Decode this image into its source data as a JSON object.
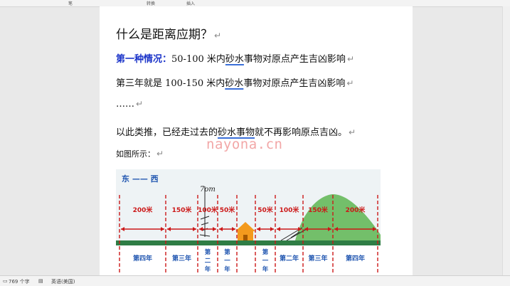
{
  "ribbon": {
    "item1": "笔",
    "item2": "转换",
    "item3": "插入"
  },
  "doc": {
    "heading": "什么是距离应期？",
    "p1_label": "第一种情况：",
    "p1_a": "50-100 米内",
    "p1_b": "砂水",
    "p1_c": "事物对原点产生吉凶影响",
    "p2_a": "第三年就是 100-150 米内",
    "p2_b": "砂水",
    "p2_c": "事物对原点产生吉凶影响",
    "p3": "……",
    "p4_a": "以此类推，已经走过去的",
    "p4_b": "砂水事物",
    "p4_c": "就不再影响原点吉凶。",
    "p5": "如图所示：",
    "para_mark": "↵"
  },
  "watermark": "nayona.cn",
  "figure": {
    "direction": "东 —— 西",
    "handwriting": "7om",
    "distances": [
      "200米",
      "150米",
      "100米",
      "50米",
      "50米",
      "100米",
      "150米",
      "200米"
    ],
    "years": [
      "第四年",
      "第三年",
      "第二年",
      "第一年",
      "第一年",
      "第二年",
      "第三年",
      "第四年"
    ],
    "colors": {
      "sky": "#eef3f5",
      "ground": "#2f7d45",
      "label_red": "#cc1818",
      "label_blue": "#1f55b0",
      "house": "#f39a1d",
      "hill": "#73bf6a"
    }
  },
  "status": {
    "words": "769 个字",
    "lang": "英语(美国)"
  }
}
